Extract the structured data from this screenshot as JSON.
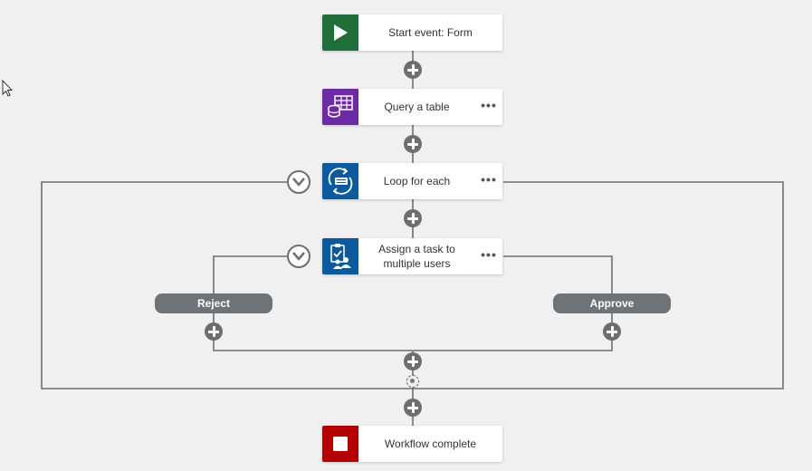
{
  "workflow": {
    "nodes": {
      "start": {
        "label": "Start event: Form",
        "color": "#1e7038",
        "icon": "play-icon"
      },
      "query": {
        "label": "Query a table",
        "color": "#6c2aa6",
        "icon": "table-database-icon"
      },
      "loop": {
        "label": "Loop for each",
        "color": "#0a5aa0",
        "icon": "loop-icon"
      },
      "assign": {
        "label": "Assign a task to multiple users",
        "color": "#0a5aa0",
        "icon": "task-users-icon"
      },
      "end": {
        "label": "Workflow complete",
        "color": "#b40000",
        "icon": "stop-icon"
      }
    },
    "more_glyph": "•••",
    "branches": {
      "reject": "Reject",
      "approve": "Approve"
    }
  },
  "colors": {
    "connector": "#6e6e6e",
    "canvas": "#f0f0f0"
  }
}
